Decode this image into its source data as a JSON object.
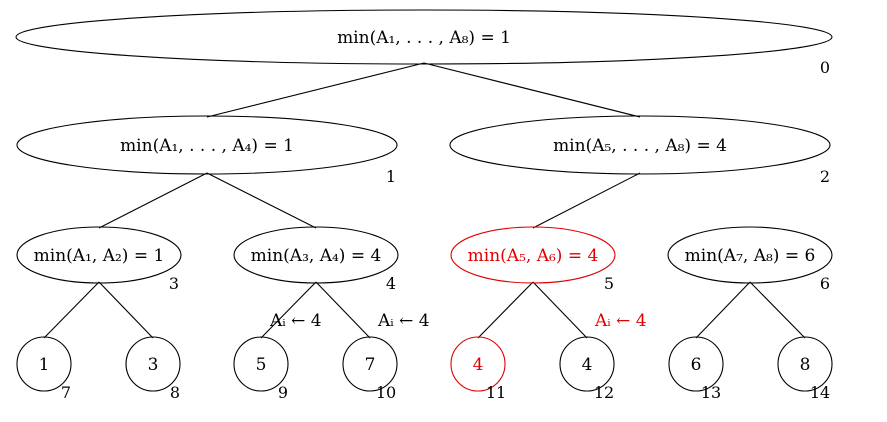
{
  "colors": {
    "default": "#000000",
    "highlight": "#e00000"
  },
  "nodes": [
    {
      "id": "n0",
      "label": "min(A₁, . . . , A₈) = 1",
      "index": "0",
      "shape": "ellipse",
      "color": "default"
    },
    {
      "id": "n1",
      "label": "min(A₁, . . . , A₄) = 1",
      "index": "1",
      "shape": "ellipse",
      "color": "default"
    },
    {
      "id": "n2",
      "label": "min(A₅, . . . , A₈) = 4",
      "index": "2",
      "shape": "ellipse",
      "color": "default"
    },
    {
      "id": "n3",
      "label": "min(A₁, A₂) = 1",
      "index": "3",
      "shape": "ellipse",
      "color": "default"
    },
    {
      "id": "n4",
      "label": "min(A₃, A₄) = 4",
      "index": "4",
      "shape": "ellipse",
      "color": "default"
    },
    {
      "id": "n5",
      "label": "min(A₅, A₆) = 4",
      "index": "5",
      "shape": "ellipse",
      "color": "highlight"
    },
    {
      "id": "n6",
      "label": "min(A₇, A₈) = 6",
      "index": "6",
      "shape": "ellipse",
      "color": "default"
    },
    {
      "id": "n7",
      "label": "1",
      "index": "7",
      "shape": "circle",
      "color": "default"
    },
    {
      "id": "n8",
      "label": "3",
      "index": "8",
      "shape": "circle",
      "color": "default"
    },
    {
      "id": "n9",
      "label": "5",
      "index": "9",
      "shape": "circle",
      "color": "default"
    },
    {
      "id": "n10",
      "label": "7",
      "index": "10",
      "shape": "circle",
      "color": "default"
    },
    {
      "id": "n11",
      "label": "4",
      "index": "11",
      "shape": "circle",
      "color": "highlight"
    },
    {
      "id": "n12",
      "label": "4",
      "index": "12",
      "shape": "circle",
      "color": "default"
    },
    {
      "id": "n13",
      "label": "6",
      "index": "13",
      "shape": "circle",
      "color": "default"
    },
    {
      "id": "n14",
      "label": "8",
      "index": "14",
      "shape": "circle",
      "color": "default"
    }
  ],
  "edges": [
    [
      "n0",
      "n1"
    ],
    [
      "n0",
      "n2"
    ],
    [
      "n1",
      "n3"
    ],
    [
      "n1",
      "n4"
    ],
    [
      "n2",
      "n5"
    ],
    [
      "n3",
      "n7"
    ],
    [
      "n3",
      "n8"
    ],
    [
      "n4",
      "n9"
    ],
    [
      "n4",
      "n10"
    ],
    [
      "n5",
      "n11"
    ],
    [
      "n5",
      "n12"
    ],
    [
      "n6",
      "n13"
    ],
    [
      "n6",
      "n14"
    ]
  ],
  "annotations": [
    {
      "id": "a9",
      "text": "Aᵢ ← 4",
      "color": "default"
    },
    {
      "id": "a10",
      "text": "Aᵢ ← 4",
      "color": "default"
    },
    {
      "id": "a12",
      "text": "Aᵢ ← 4",
      "color": "highlight"
    }
  ]
}
